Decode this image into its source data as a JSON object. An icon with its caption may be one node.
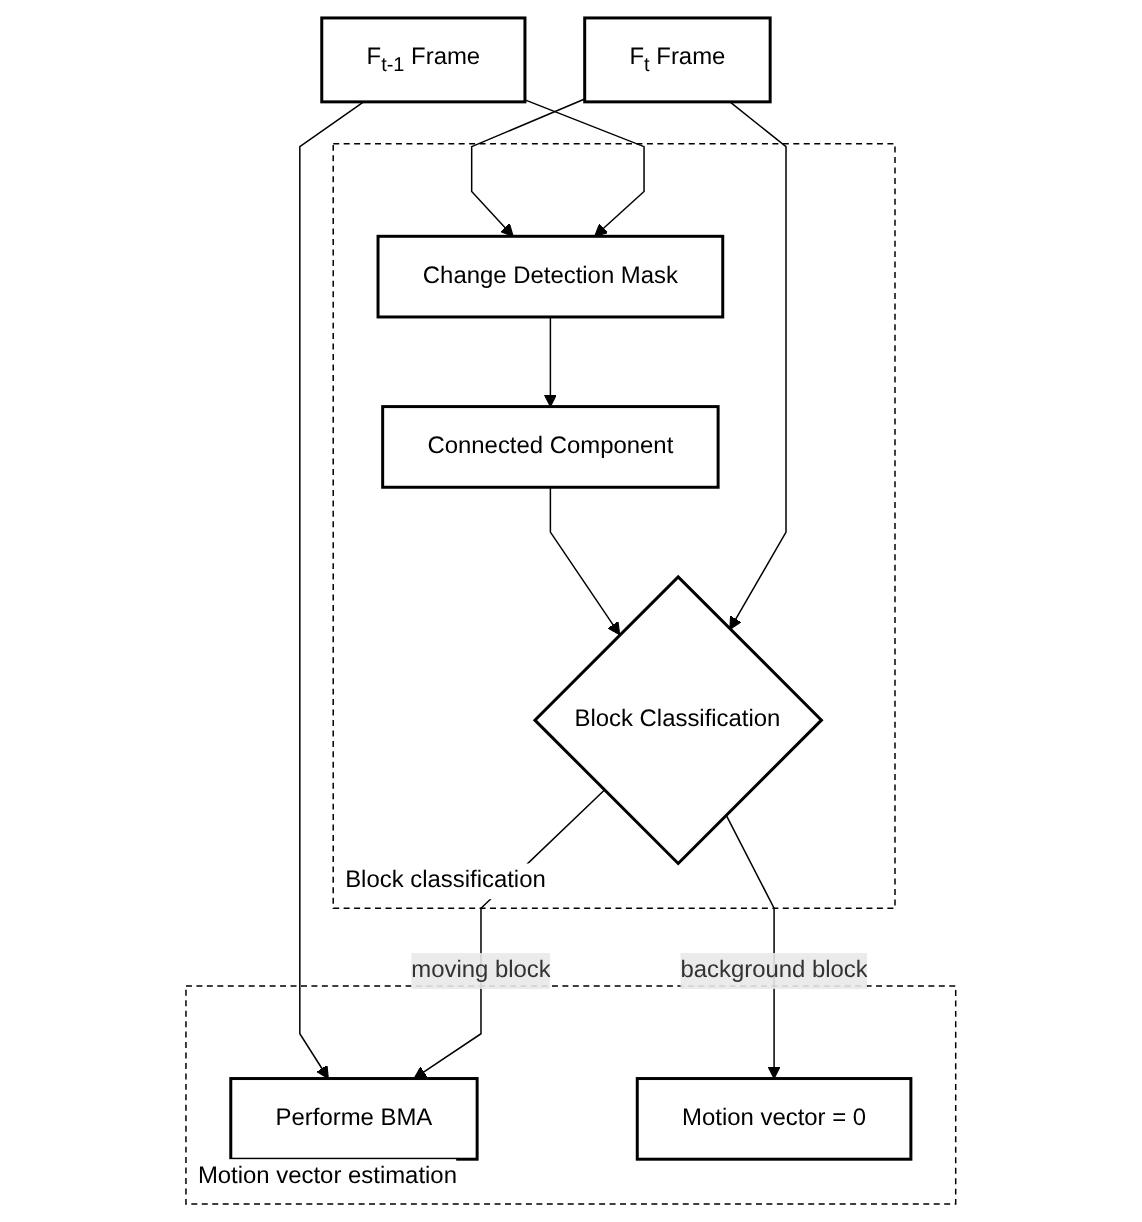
{
  "diagram": {
    "nodes": [
      {
        "text": [
          "F$_{t-1}$ Frame"
        ]
      },
      {
        "text": [
          "F$_{t}$ Frame"
        ]
      },
      {
        "text": [
          "Block classification"
        ]
      },
      {
        "text": [
          "Change Detection Mask"
        ],
        "in": 2
      },
      {
        "text": [
          "Connected Component"
        ],
        "in": 2
      },
      {
        "text": [
          "Block Classification"
        ],
        "in": 2
      },
      {
        "text": [
          "Motion vector estimation"
        ]
      },
      {
        "text": [
          "Performe BMA"
        ],
        "in": 6
      },
      {
        "text": [
          "Motion vector = 0"
        ],
        "in": 6
      }
    ],
    "edges": [
      {
        "from": 0,
        "to": 3,
        "arrow": "to"
      },
      {
        "from": 1,
        "to": 3,
        "arrow": "to"
      },
      {
        "from": 1,
        "to": 5,
        "arrow": "to"
      },
      {
        "from": 3,
        "to": 4,
        "arrow": "to"
      },
      {
        "from": 4,
        "to": 5,
        "arrow": "to"
      },
      {
        "from": 5,
        "to": 7,
        "arrow": "to",
        "label": "moving block"
      },
      {
        "from": 5,
        "to": 8,
        "arrow": "to",
        "label": "background block"
      },
      {
        "from": 0,
        "to": 7,
        "arrow": "to"
      }
    ]
  }
}
